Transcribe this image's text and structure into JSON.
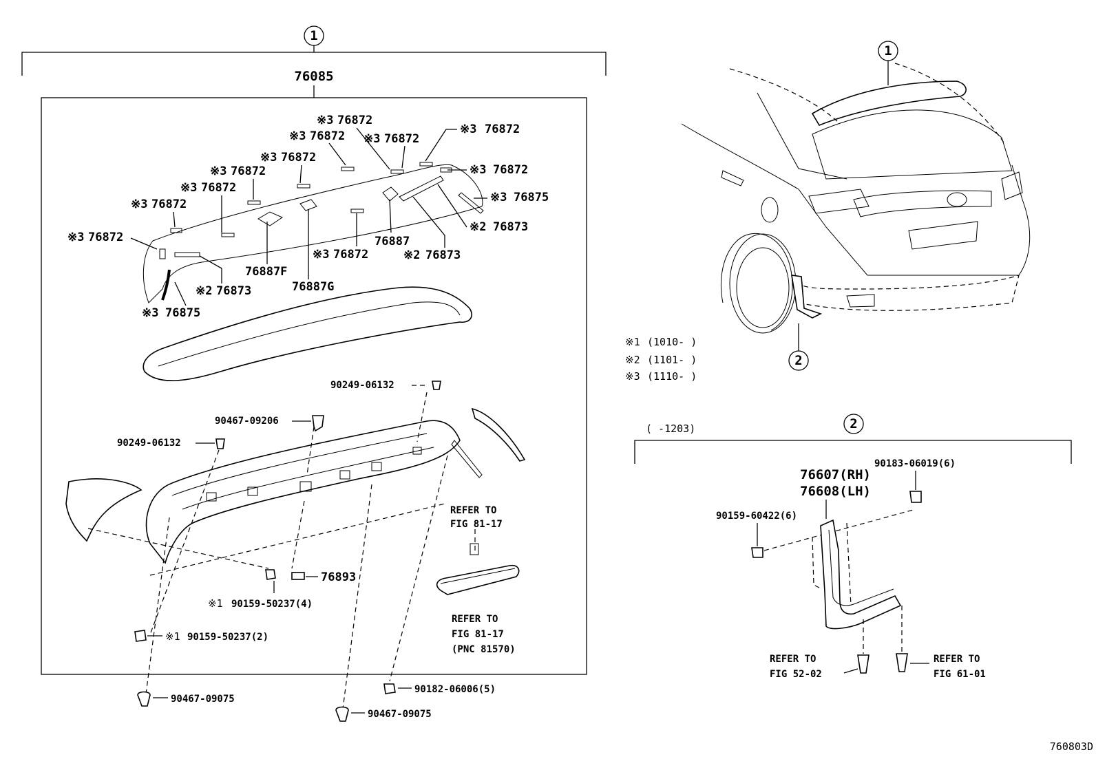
{
  "diagram_code": "760803D",
  "callouts": {
    "one": "1",
    "two": "2"
  },
  "assembly": {
    "number": "76085"
  },
  "notes": [
    {
      "mark": "※1",
      "text": "(1010-      )"
    },
    {
      "mark": "※2",
      "text": "(1101-      )"
    },
    {
      "mark": "※3",
      "text": "(1110-      )"
    }
  ],
  "spoiler_labels": {
    "p76872_a": "76872",
    "p76872_b": "76872",
    "p76872_c": "76872",
    "p76872_d": "76872",
    "p76872_e": "76872",
    "p76872_f": "76872",
    "p76872_g": "76872",
    "p76872_h": "76872",
    "p76872_i": "76872",
    "p76872_j": "76872",
    "p76872_k": "76872",
    "p76875_a": "76875",
    "p76875_b": "76875",
    "p76873_a": "76873",
    "p76873_b": "76873",
    "p76873_c": "76873",
    "p76887": "76887",
    "p76887f": "76887F",
    "p76887g": "76887G",
    "mark1": "※1",
    "mark2": "※2",
    "mark3": "※3"
  },
  "hardware": {
    "f1": "90249-06132",
    "f2": "90467-09206",
    "f3": "90249-06132",
    "f4": "90159-50237(4)",
    "f5": "90159-50237(2)",
    "f6": "90467-09075",
    "f7": "90467-09075",
    "f8": "90182-06006(5)",
    "f9": "76893"
  },
  "refer": {
    "r1_line1": "REFER TO",
    "r1_line2": "FIG 81-17",
    "r2_line1": "REFER TO",
    "r2_line2": "FIG 81-17",
    "r2_line3": "(PNC 81570)",
    "r3_line1": "REFER TO",
    "r3_line2": "FIG 52-02",
    "r4_line1": "REFER TO",
    "r4_line2": "FIG 61-01"
  },
  "mudguard": {
    "range": "(      -1203)",
    "rh": "76607(RH)",
    "lh": "76608(LH)",
    "nut": "90183-06019(6)",
    "screw": "90159-60422(6)"
  }
}
